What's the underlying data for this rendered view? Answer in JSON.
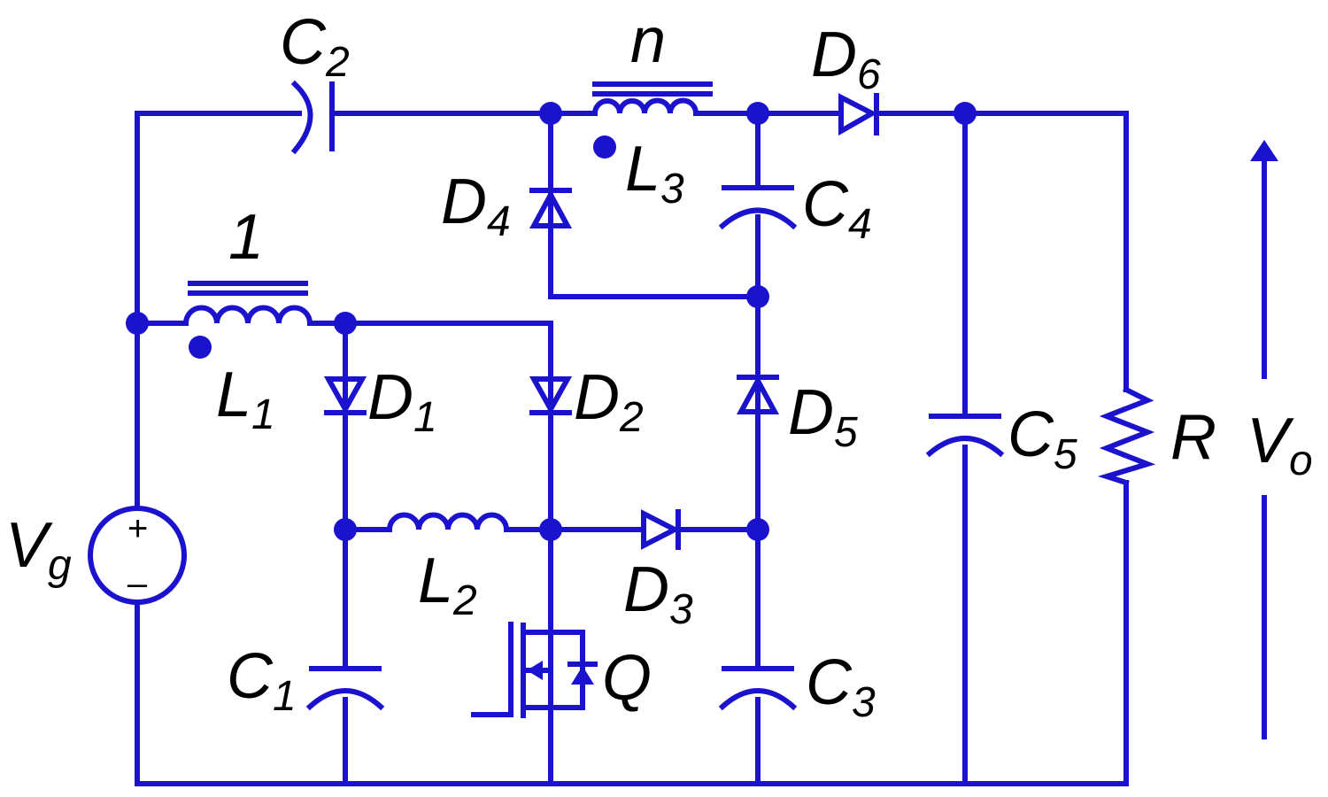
{
  "colors": {
    "wire": "#1a12cc",
    "label": "#000000",
    "background": "#ffffff"
  },
  "labels": {
    "C2": {
      "main": "C",
      "sub": "2"
    },
    "n": {
      "main": "n"
    },
    "D6": {
      "main": "D",
      "sub": "6"
    },
    "L3": {
      "main": "L",
      "sub": "3"
    },
    "D4": {
      "main": "D",
      "sub": "4"
    },
    "C4": {
      "main": "C",
      "sub": "4"
    },
    "one": {
      "main": "1"
    },
    "L1": {
      "main": "L",
      "sub": "1"
    },
    "D1": {
      "main": "D",
      "sub": "1"
    },
    "D2": {
      "main": "D",
      "sub": "2"
    },
    "D5": {
      "main": "D",
      "sub": "5"
    },
    "C5": {
      "main": "C",
      "sub": "5"
    },
    "R": {
      "main": "R"
    },
    "Vo": {
      "main": "V",
      "sub": "o"
    },
    "Vg": {
      "main": "V",
      "sub": "g"
    },
    "L2": {
      "main": "L",
      "sub": "2"
    },
    "D3": {
      "main": "D",
      "sub": "3"
    },
    "C1": {
      "main": "C",
      "sub": "1"
    },
    "Q": {
      "main": "Q"
    },
    "C3": {
      "main": "C",
      "sub": "3"
    },
    "source_plus": "+",
    "source_minus": "–"
  }
}
